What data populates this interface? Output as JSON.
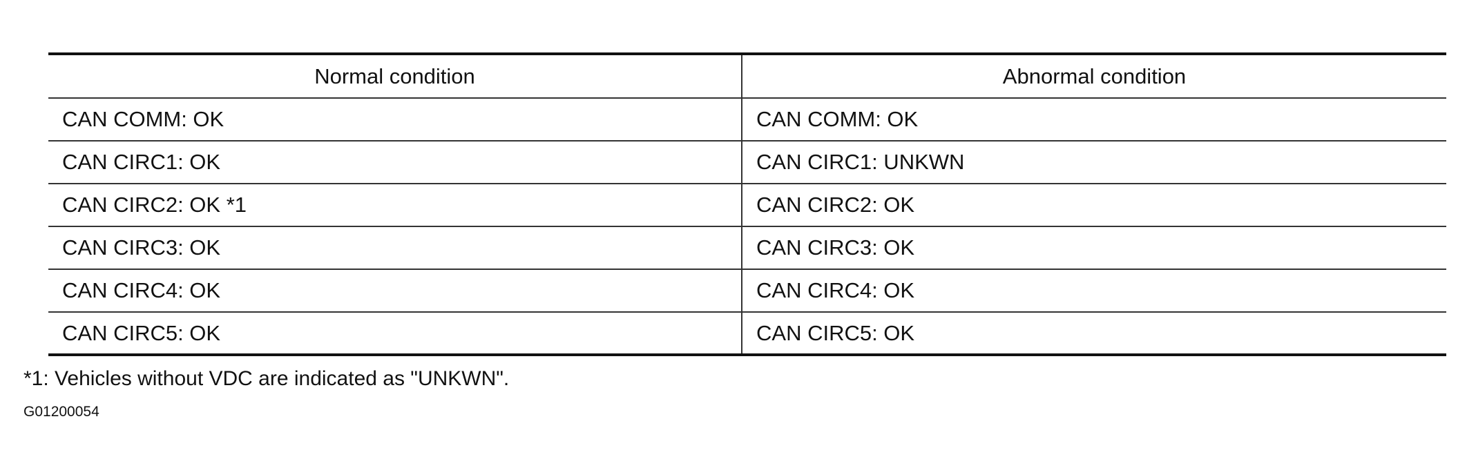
{
  "table": {
    "headers": [
      "Normal condition",
      "Abnormal condition"
    ],
    "rows": [
      [
        "CAN COMM: OK",
        "CAN COMM: OK"
      ],
      [
        "CAN CIRC1: OK",
        "CAN CIRC1: UNKWN"
      ],
      [
        "CAN CIRC2: OK *1",
        "CAN CIRC2: OK"
      ],
      [
        "CAN CIRC3: OK",
        "CAN CIRC3: OK"
      ],
      [
        "CAN CIRC4: OK",
        "CAN CIRC4: OK"
      ],
      [
        "CAN CIRC5: OK",
        "CAN CIRC5: OK"
      ]
    ]
  },
  "footnote": "*1: Vehicles without VDC are indicated as \"UNKWN\".",
  "figure_id": "G01200054"
}
